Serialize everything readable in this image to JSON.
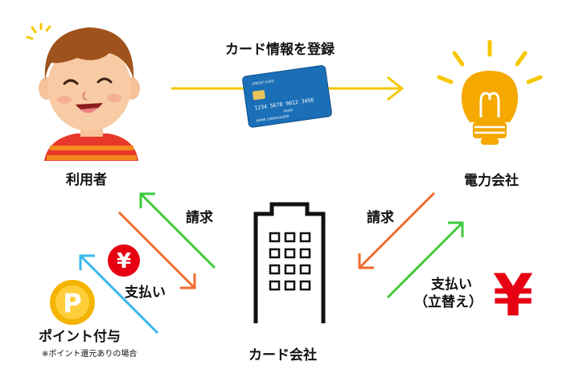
{
  "labels": {
    "top_flow": "カード情報を登録",
    "user": "利用者",
    "power_company": "電力会社",
    "card_company": "カード会社",
    "billing_left": "請求",
    "payment_left": "支払い",
    "billing_right": "請求",
    "payment_right_line1": "支払い",
    "payment_right_line2": "（立替え）",
    "points": "ポイント付与",
    "points_note": "※ポイント還元ありの場合"
  },
  "card": {
    "bank": "CREDIT CARD",
    "number": "1234  5678  9012  3456",
    "expiry": "00/00",
    "holder": "NAME CARDHOLDER"
  },
  "icons": {
    "yen_small": "¥",
    "yen_big": "¥",
    "point_coin": "P"
  },
  "colors": {
    "yellow": "#F5C800",
    "orange": "#F26B2E",
    "green": "#3DCB3D",
    "blue": "#38B9EE",
    "red": "#E60012",
    "bulb": "#F5A800",
    "card": "#1A6FB7"
  }
}
